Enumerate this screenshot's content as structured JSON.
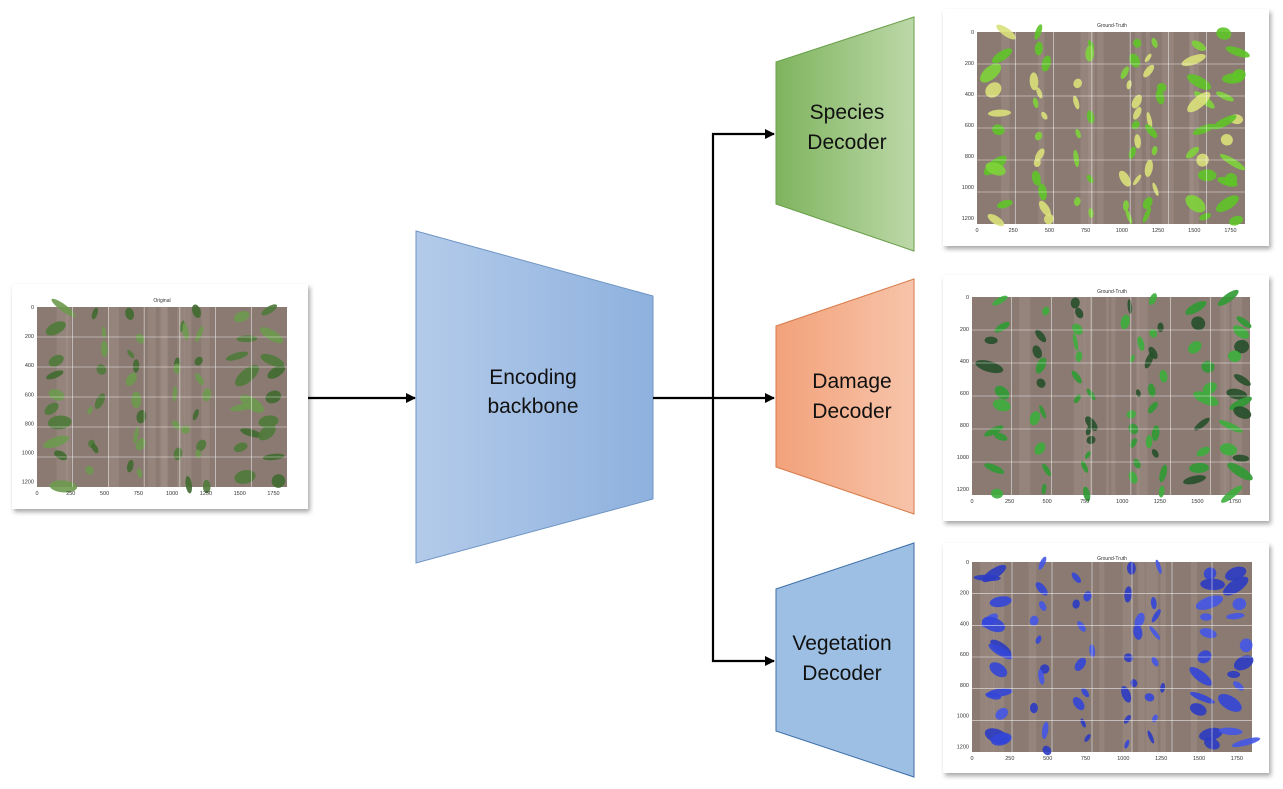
{
  "encoder": {
    "label_line1": "Encoding",
    "label_line2": "backbone",
    "color": "#8eb1de"
  },
  "decoders": [
    {
      "id": "species",
      "line1": "Species",
      "line2": "Decoder",
      "color_a": "#7fb45e",
      "color_b": "#bcd8a8",
      "stroke": "#6a9f4a"
    },
    {
      "id": "damage",
      "line1": "Damage",
      "line2": "Decoder",
      "color_a": "#f2a27a",
      "color_b": "#f7c4aa",
      "stroke": "#d97a48"
    },
    {
      "id": "vegetation",
      "line1": "Vegetation",
      "line2": "Decoder",
      "color_a": "#9cbfe3",
      "color_b": "#9cbfe3",
      "stroke": "#3f6fa8"
    }
  ],
  "plots": {
    "input": {
      "title": "Original",
      "overlay": "green-natural",
      "y_ticks": [
        "0",
        "200",
        "400",
        "600",
        "800",
        "1000",
        "1200"
      ],
      "x_ticks": [
        "0",
        "250",
        "500",
        "750",
        "1000",
        "1250",
        "1500",
        "1750"
      ]
    },
    "species": {
      "title": "Ground-Truth",
      "overlay": "yellow-green",
      "y_ticks": [
        "0",
        "200",
        "400",
        "600",
        "800",
        "1000",
        "1200"
      ],
      "x_ticks": [
        "0",
        "250",
        "500",
        "750",
        "1000",
        "1250",
        "1500",
        "1750"
      ]
    },
    "damage": {
      "title": "Ground-Truth",
      "overlay": "green",
      "y_ticks": [
        "0",
        "200",
        "400",
        "600",
        "800",
        "1000",
        "1200"
      ],
      "x_ticks": [
        "0",
        "250",
        "500",
        "750",
        "1000",
        "1250",
        "1500",
        "1750"
      ]
    },
    "vegetation": {
      "title": "Ground-Truth",
      "overlay": "blue",
      "y_ticks": [
        "0",
        "200",
        "400",
        "600",
        "800",
        "1000",
        "1200"
      ],
      "x_ticks": [
        "0",
        "250",
        "500",
        "750",
        "1000",
        "1250",
        "1500",
        "1750"
      ]
    }
  },
  "colors": {
    "arrow": "#000000",
    "soil": "#8a7a72",
    "soil_light": "#a8998f"
  }
}
